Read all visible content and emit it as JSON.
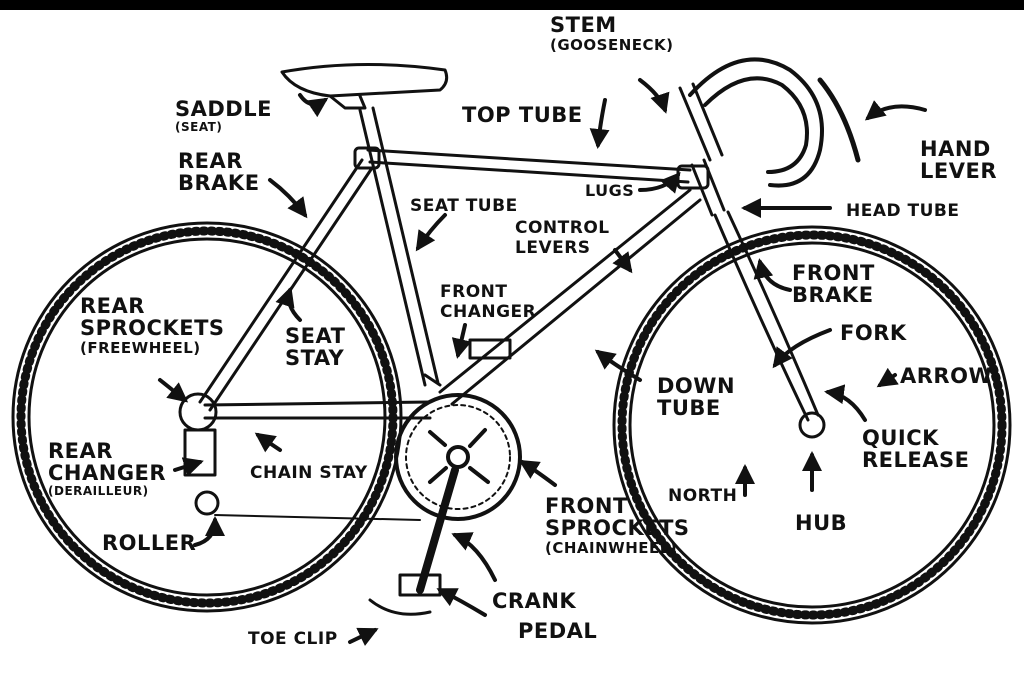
{
  "labels": {
    "stem": "STEM",
    "stem_alt": "(GOOSENECK)",
    "saddle": "SADDLE",
    "saddle_alt": "(SEAT)",
    "top_tube": "TOP TUBE",
    "hand_lever_1": "HAND",
    "hand_lever_2": "LEVER",
    "rear_brake_1": "REAR",
    "rear_brake_2": "BRAKE",
    "seat_tube": "SEAT TUBE",
    "lugs": "LUGS",
    "head_tube": "HEAD TUBE",
    "control_levers_1": "CONTROL",
    "control_levers_2": "LEVERS",
    "front_brake_1": "FRONT",
    "front_brake_2": "BRAKE",
    "rear_sprockets_1": "REAR",
    "rear_sprockets_2": "SPROCKETS",
    "rear_sprockets_3": "(FREEWHEEL)",
    "seat_stay_1": "SEAT",
    "seat_stay_2": "STAY",
    "front_changer_1": "FRONT",
    "front_changer_2": "CHANGER",
    "fork": "FORK",
    "arrow": "ARROW",
    "down_tube_1": "DOWN",
    "down_tube_2": "TUBE",
    "quick_release_1": "QUICK",
    "quick_release_2": "RELEASE",
    "rear_changer_1": "REAR",
    "rear_changer_2": "CHANGER",
    "rear_changer_3": "(DERAILLEUR)",
    "chain_stay": "CHAIN STAY",
    "north": "NORTH",
    "hub": "HUB",
    "roller": "ROLLER",
    "front_sprockets_1": "FRONT",
    "front_sprockets_2": "SPROCKETS",
    "front_sprockets_3": "(CHAINWHEEL)",
    "crank": "CRANK",
    "pedal": "PEDAL",
    "toe_clip": "TOE CLIP"
  },
  "colors": {
    "ink": "#111111",
    "paper": "#ffffff"
  }
}
